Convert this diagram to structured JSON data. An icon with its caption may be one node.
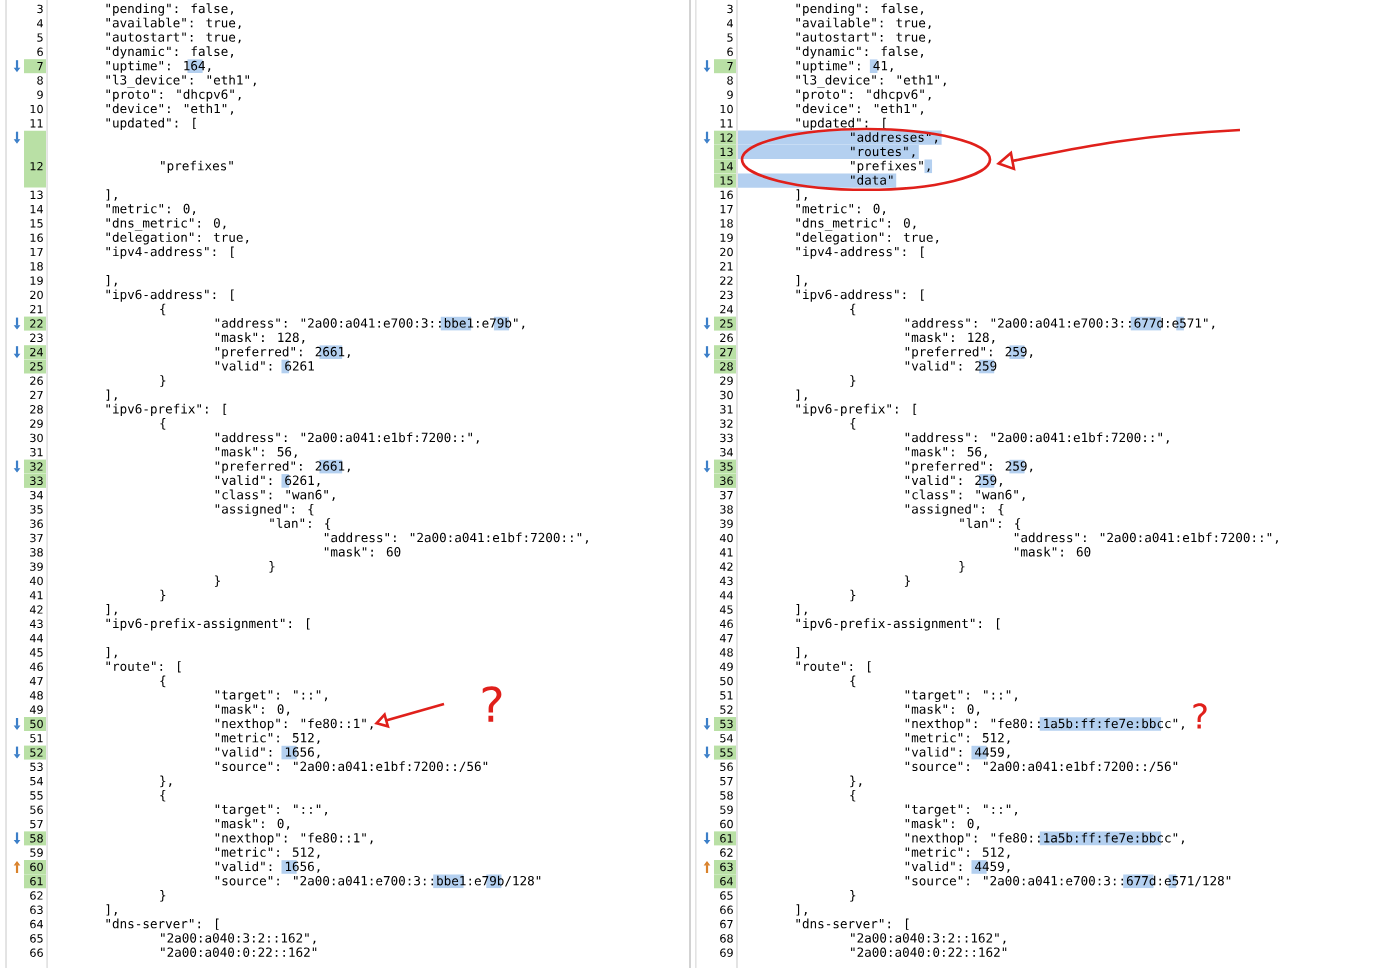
{
  "diagram": {
    "labels": [
      "3",
      "\"pending\": false,",
      "4",
      "\"available\": true,",
      "5",
      "\"autostart\": true,",
      "6",
      "\"dynamic\": false,",
      "7",
      "\"uptime\": 164,",
      "8",
      "\"l3_device\": \"eth1\",",
      "9",
      "\"proto\": \"dhcpv6\",",
      "10",
      "\"device\": \"eth1\",",
      "11",
      "\"updated\": [",
      "12",
      "\"prefixes\"",
      "13",
      "],",
      "14",
      "\"metric\": 0,",
      "15",
      "\"dns_metric\": 0,",
      "16",
      "\"delegation\": true,",
      "17",
      "\"ipv4-address\": [",
      "18",
      "19",
      "],",
      "20",
      "\"ipv6-address\": [",
      "21",
      "{",
      "22",
      "\"address\": \"2a00:a041:e700:3::bbe1:e79b\",",
      "23",
      "\"mask\": 128,",
      "24",
      "\"preferred\": 2661,",
      "25",
      "\"valid\": 6261",
      "26",
      "}",
      "27",
      "],",
      "28",
      "\"ipv6-prefix\": [",
      "29",
      "{",
      "30",
      "\"address\": \"2a00:a041:e1bf:7200::\",",
      "31",
      "\"mask\": 56,",
      "32",
      "\"preferred\": 2661,",
      "33",
      "\"valid\": 6261,",
      "34",
      "\"class\": \"wan6\",",
      "35",
      "\"assigned\": {",
      "36",
      "\"lan\": {",
      "37",
      "\"address\": \"2a00:a041:e1bf:7200::\",",
      "38",
      "\"mask\": 60",
      "39",
      "}",
      "40",
      "}",
      "41",
      "}",
      "42",
      "],",
      "43",
      "\"ipv6-prefix-assignment\": [",
      "44",
      "45",
      "],",
      "46",
      "\"route\": [",
      "47",
      "{",
      "48",
      "\"target\": \"::\",",
      "49",
      "\"mask\": 0,",
      "50",
      "\"nexthop\": \"fe80::1\",",
      "51",
      "\"metric\": 512,",
      "52",
      "\"valid\": 1656,",
      "53",
      "\"source\": \"2a00:a041:e1bf:7200::/56\"",
      "54",
      "},",
      "55",
      "{",
      "56",
      "\"target\": \"::\",",
      "57",
      "\"mask\": 0,",
      "58",
      "\"nexthop\": \"fe80::1\",",
      "59",
      "\"metric\": 512,",
      "60",
      "\"valid\": 1656,",
      "61",
      "\"source\": \"2a00:a041:e700:3::bbe1:e79b/128\"",
      "62",
      "}",
      "63",
      "],",
      "64",
      "\"dns-server\": [",
      "65",
      "\"2a00:a040:3:2::162\",",
      "66",
      "\"2a00:a040:0:22::162\"",
      "?",
      "3",
      "\"pending\": false,",
      "4",
      "\"available\": true,",
      "5",
      "\"autostart\": true,",
      "6",
      "\"dynamic\": false,",
      "7",
      "\"uptime\": 41,",
      "8",
      "\"l3_device\": \"eth1\",",
      "9",
      "\"proto\": \"dhcpv6\",",
      "10",
      "\"device\": \"eth1\",",
      "11",
      "\"updated\": [",
      "12",
      "\"addresses\",",
      "13",
      "\"routes\",",
      "14",
      "\"prefixes\",",
      "15",
      "\"data\"",
      "16",
      "],",
      "17",
      "\"metric\": 0,",
      "18",
      "\"dns_metric\": 0,",
      "19",
      "\"delegation\": true,",
      "20",
      "\"ipv4-address\": [",
      "21",
      "22",
      "],",
      "23",
      "\"ipv6-address\": [",
      "24",
      "{",
      "25",
      "\"address\": \"2a00:a041:e700:3::677d:e571\",",
      "26",
      "\"mask\": 128,",
      "27",
      "\"preferred\": 259,",
      "28",
      "\"valid\": 259",
      "29",
      "}",
      "30",
      "],",
      "31",
      "\"ipv6-prefix\": [",
      "32",
      "{",
      "33",
      "\"address\": \"2a00:a041:e1bf:7200::\",",
      "34",
      "\"mask\": 56,",
      "35",
      "\"preferred\": 259,",
      "36",
      "\"valid\": 259,",
      "37",
      "\"class\": \"wan6\",",
      "38",
      "\"assigned\": {",
      "39",
      "\"lan\": {",
      "40",
      "\"address\": \"2a00:a041:e1bf:7200::\",",
      "41",
      "\"mask\": 60",
      "42",
      "}",
      "43",
      "}",
      "44",
      "}",
      "45",
      "],",
      "46",
      "\"ipv6-prefix-assignment\": [",
      "47",
      "48",
      "],",
      "49",
      "\"route\": [",
      "50",
      "{",
      "51",
      "\"target\": \"::\",",
      "52",
      "\"mask\": 0,",
      "53",
      "\"nexthop\": \"fe80::1a5b:ff:fe7e:bbcc\",",
      "54",
      "\"metric\": 512,",
      "55",
      "\"valid\": 4459,",
      "56",
      "\"source\": \"2a00:a041:e1bf:7200::/56\"",
      "57",
      "},",
      "58",
      "{",
      "59",
      "\"target\": \"::\",",
      "60",
      "\"mask\": 0,",
      "61",
      "\"nexthop\": \"fe80::1a5b:ff:fe7e:bbcc\",",
      "62",
      "\"metric\": 512,",
      "63",
      "\"valid\": 4459,",
      "64",
      "\"source\": \"2a00:a041:e700:3::677d:e571/128\"",
      "65",
      "}",
      "66",
      "],",
      "67",
      "\"dns-server\": [",
      "68",
      "\"2a00:a040:3:2::162\",",
      "69",
      "\"2a00:a040:0:22::162\"",
      "?"
    ]
  }
}
